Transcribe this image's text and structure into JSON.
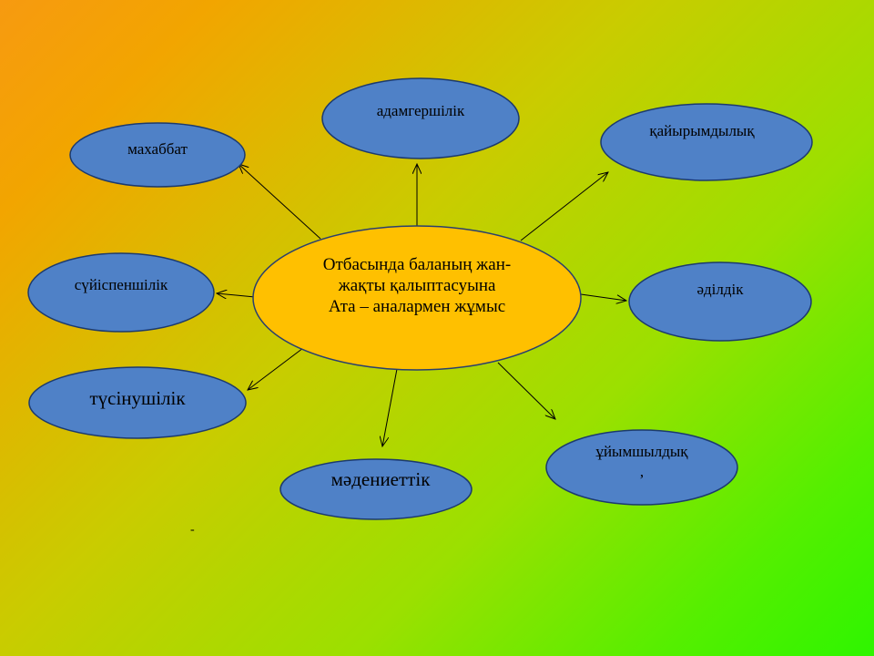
{
  "center": {
    "lines": [
      "Отбасында баланың жан-",
      "жақты қалыптасуына",
      "Ата – аналармен жұмыс"
    ]
  },
  "nodes": {
    "adamgershilik": "адамгершілік",
    "mahabbat": "махаббат",
    "qaiyrymdylyq": "қайырымдылық",
    "suiispenshilik": "сүйіспеншілік",
    "adildik": "әділдік",
    "tusinushilik": "түсінушілік",
    "madeniettik": "мәдениеттік",
    "uiymshyldyq": "ұйымшылдық",
    "uiymshyldyq_comma": ","
  },
  "stray_mark": "-",
  "colors": {
    "ellipse_fill": "#4f81c7",
    "ellipse_stroke": "#1c3a6e",
    "center_fill": "#ffc000",
    "center_stroke": "#2a3f6e",
    "arrow": "#000000"
  }
}
